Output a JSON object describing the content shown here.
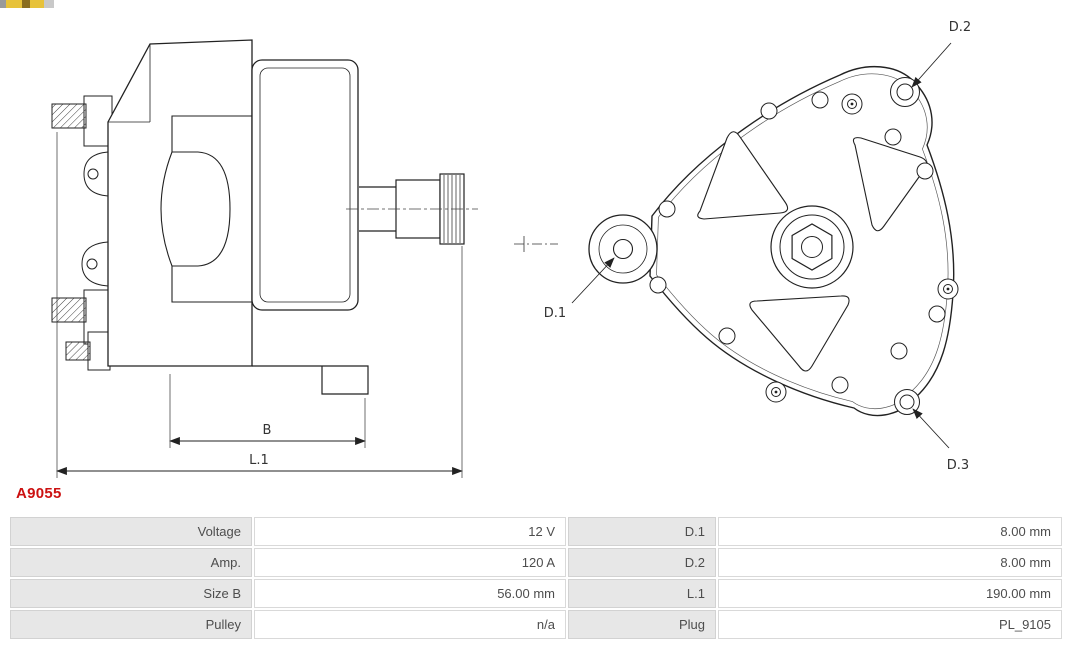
{
  "part_number": "A9055",
  "colors": {
    "part_number_red": "#cc1111",
    "label_cell_bg": "#e7e7e7",
    "cell_border": "#d9d9d9",
    "drawing_line": "#222222"
  },
  "diagram": {
    "side_view_labels": {
      "b": "B",
      "l1": "L.1"
    },
    "rear_view_labels": {
      "d1": "D.1",
      "d2": "D.2",
      "d3": "D.3"
    }
  },
  "spec_table": {
    "rows": [
      {
        "label_left": "Voltage",
        "value_left": "12 V",
        "label_right": "D.1",
        "value_right": "8.00 mm"
      },
      {
        "label_left": "Amp.",
        "value_left": "120 A",
        "label_right": "D.2",
        "value_right": "8.00 mm"
      },
      {
        "label_left": "Size B",
        "value_left": "56.00 mm",
        "label_right": "L.1",
        "value_right": "190.00 mm"
      },
      {
        "label_left": "Pulley",
        "value_left": "n/a",
        "label_right": "Plug",
        "value_right": "PL_9105"
      }
    ]
  }
}
